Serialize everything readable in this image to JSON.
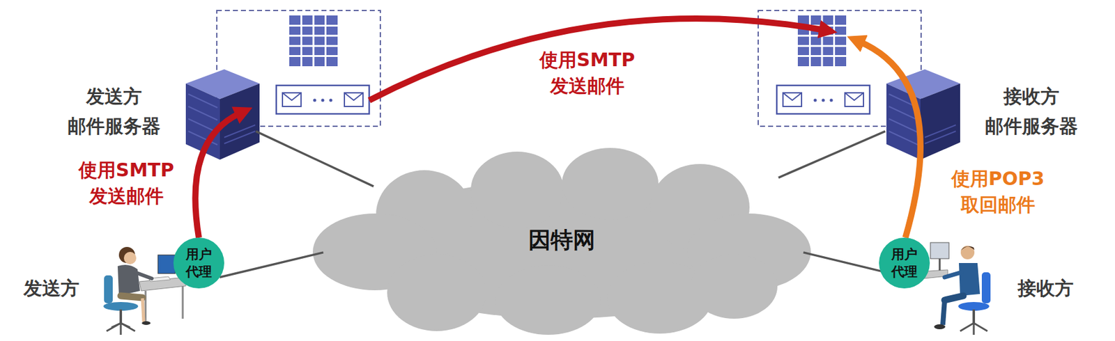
{
  "diagram": {
    "nodes": [
      {
        "text": [
          "发送方 邮件服务器"
        ]
      },
      {
        "text": [
          "接收方 邮件服务器"
        ]
      },
      {
        "text": [
          "因特网"
        ]
      },
      {
        "text": [
          "用户 代理"
        ]
      },
      {
        "text": [
          "用户 代理"
        ]
      }
    ],
    "edges": [
      {
        "from": 3,
        "to": 0,
        "arrow": "to",
        "label": "使用SMTP 发送邮件"
      },
      {
        "from": 0,
        "to": 1,
        "arrow": "to",
        "label": "使用SMTP 发送邮件"
      },
      {
        "from": 4,
        "to": 1,
        "arrow": "to",
        "label": "使用POP3 取回邮件"
      },
      {
        "from": 0,
        "to": 2,
        "arrow": "none"
      },
      {
        "from": 1,
        "to": 2,
        "arrow": "none"
      },
      {
        "from": 3,
        "to": 2,
        "arrow": "none"
      },
      {
        "from": 4,
        "to": 2,
        "arrow": "none"
      }
    ],
    "labels": [
      "发送方",
      "接收方"
    ]
  }
}
